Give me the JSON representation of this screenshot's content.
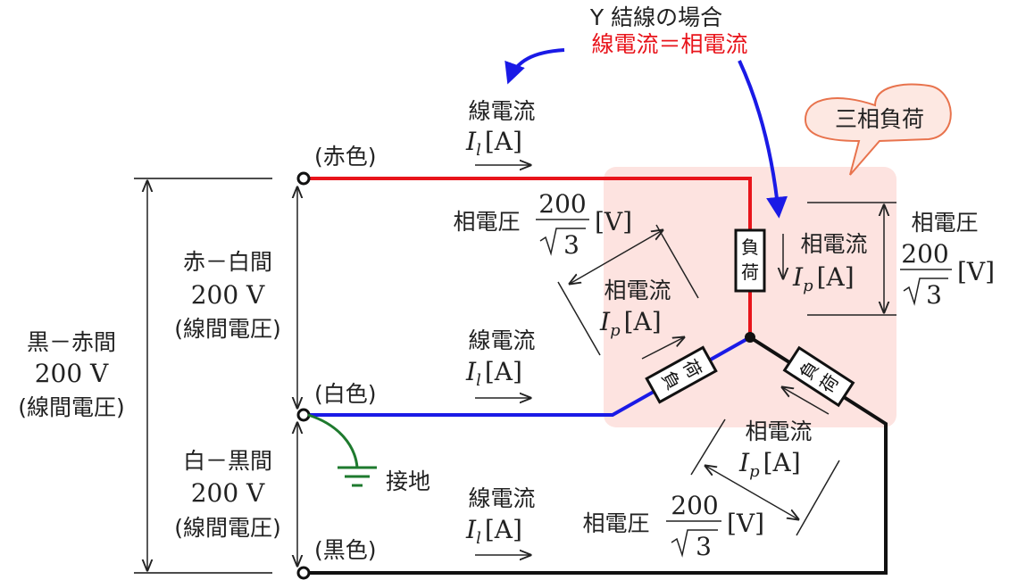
{
  "title": "Y 結線の場合",
  "subtitle": "線電流＝相電流",
  "load_box_label": "三相負荷",
  "wire_colors": {
    "red_wire": "(赤色)",
    "white_wire": "(白色)",
    "black_wire": "(黒色)"
  },
  "line_current": {
    "label": "線電流",
    "symbol": "I",
    "sub": "l",
    "unit": "[A]"
  },
  "phase_current": {
    "label": "相電流",
    "symbol": "I",
    "sub": "p",
    "unit": "[A]"
  },
  "phase_voltage": {
    "label": "相電圧",
    "numerator": "200",
    "radical": "3",
    "unit": "[V]"
  },
  "load_label": "負荷",
  "ground_label": "接地",
  "voltages": {
    "red_white": {
      "label": "赤－白間",
      "value": "200 V",
      "note": "(線間電圧)"
    },
    "white_black": {
      "label": "白－黒間",
      "value": "200 V",
      "note": "(線間電圧)"
    },
    "black_red": {
      "label": "黒－赤間",
      "value": "200 V",
      "note": "(線間電圧)"
    }
  },
  "colors": {
    "red_line": "#e8141b",
    "blue_line": "#1a1ae6",
    "black_line": "#111111",
    "ground": "#1e7a2e",
    "load_area": "#fde3e0",
    "bubble_fill": "#fde8e2",
    "bubble_stroke": "#e8734d"
  }
}
